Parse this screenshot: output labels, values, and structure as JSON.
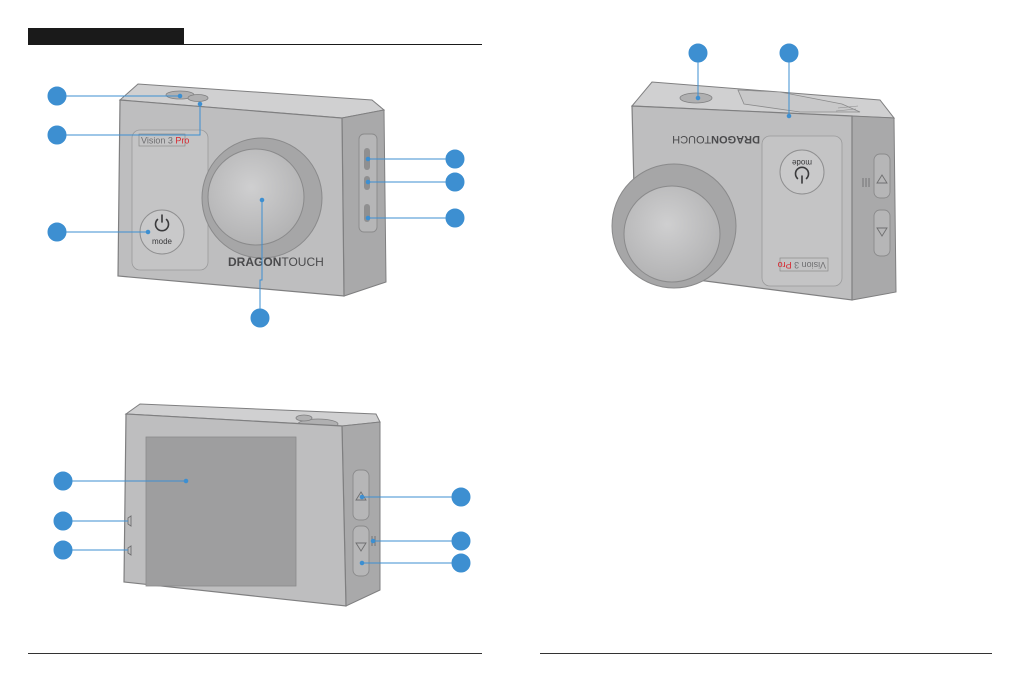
{
  "brand": {
    "name_a": "DRAG",
    "name_o": "O",
    "name_b": "N",
    "name_c": "TOUCH",
    "model_a": "Vision 3 ",
    "model_b": "Pro"
  },
  "button": {
    "mode_label": "mode"
  },
  "icons": {
    "power": "power-icon",
    "up": "up-arrow-icon",
    "down": "down-arrow-icon",
    "speaker": "speaker-grille-icon",
    "indicator": "indicator-light-icon"
  },
  "colors": {
    "callout": "#3d8fd1",
    "camera_body": "#bebebf",
    "camera_edge": "#8f8f90",
    "screen": "#9e9e9f",
    "header": "#1a1a1a",
    "pro_red": "#d8262e"
  }
}
